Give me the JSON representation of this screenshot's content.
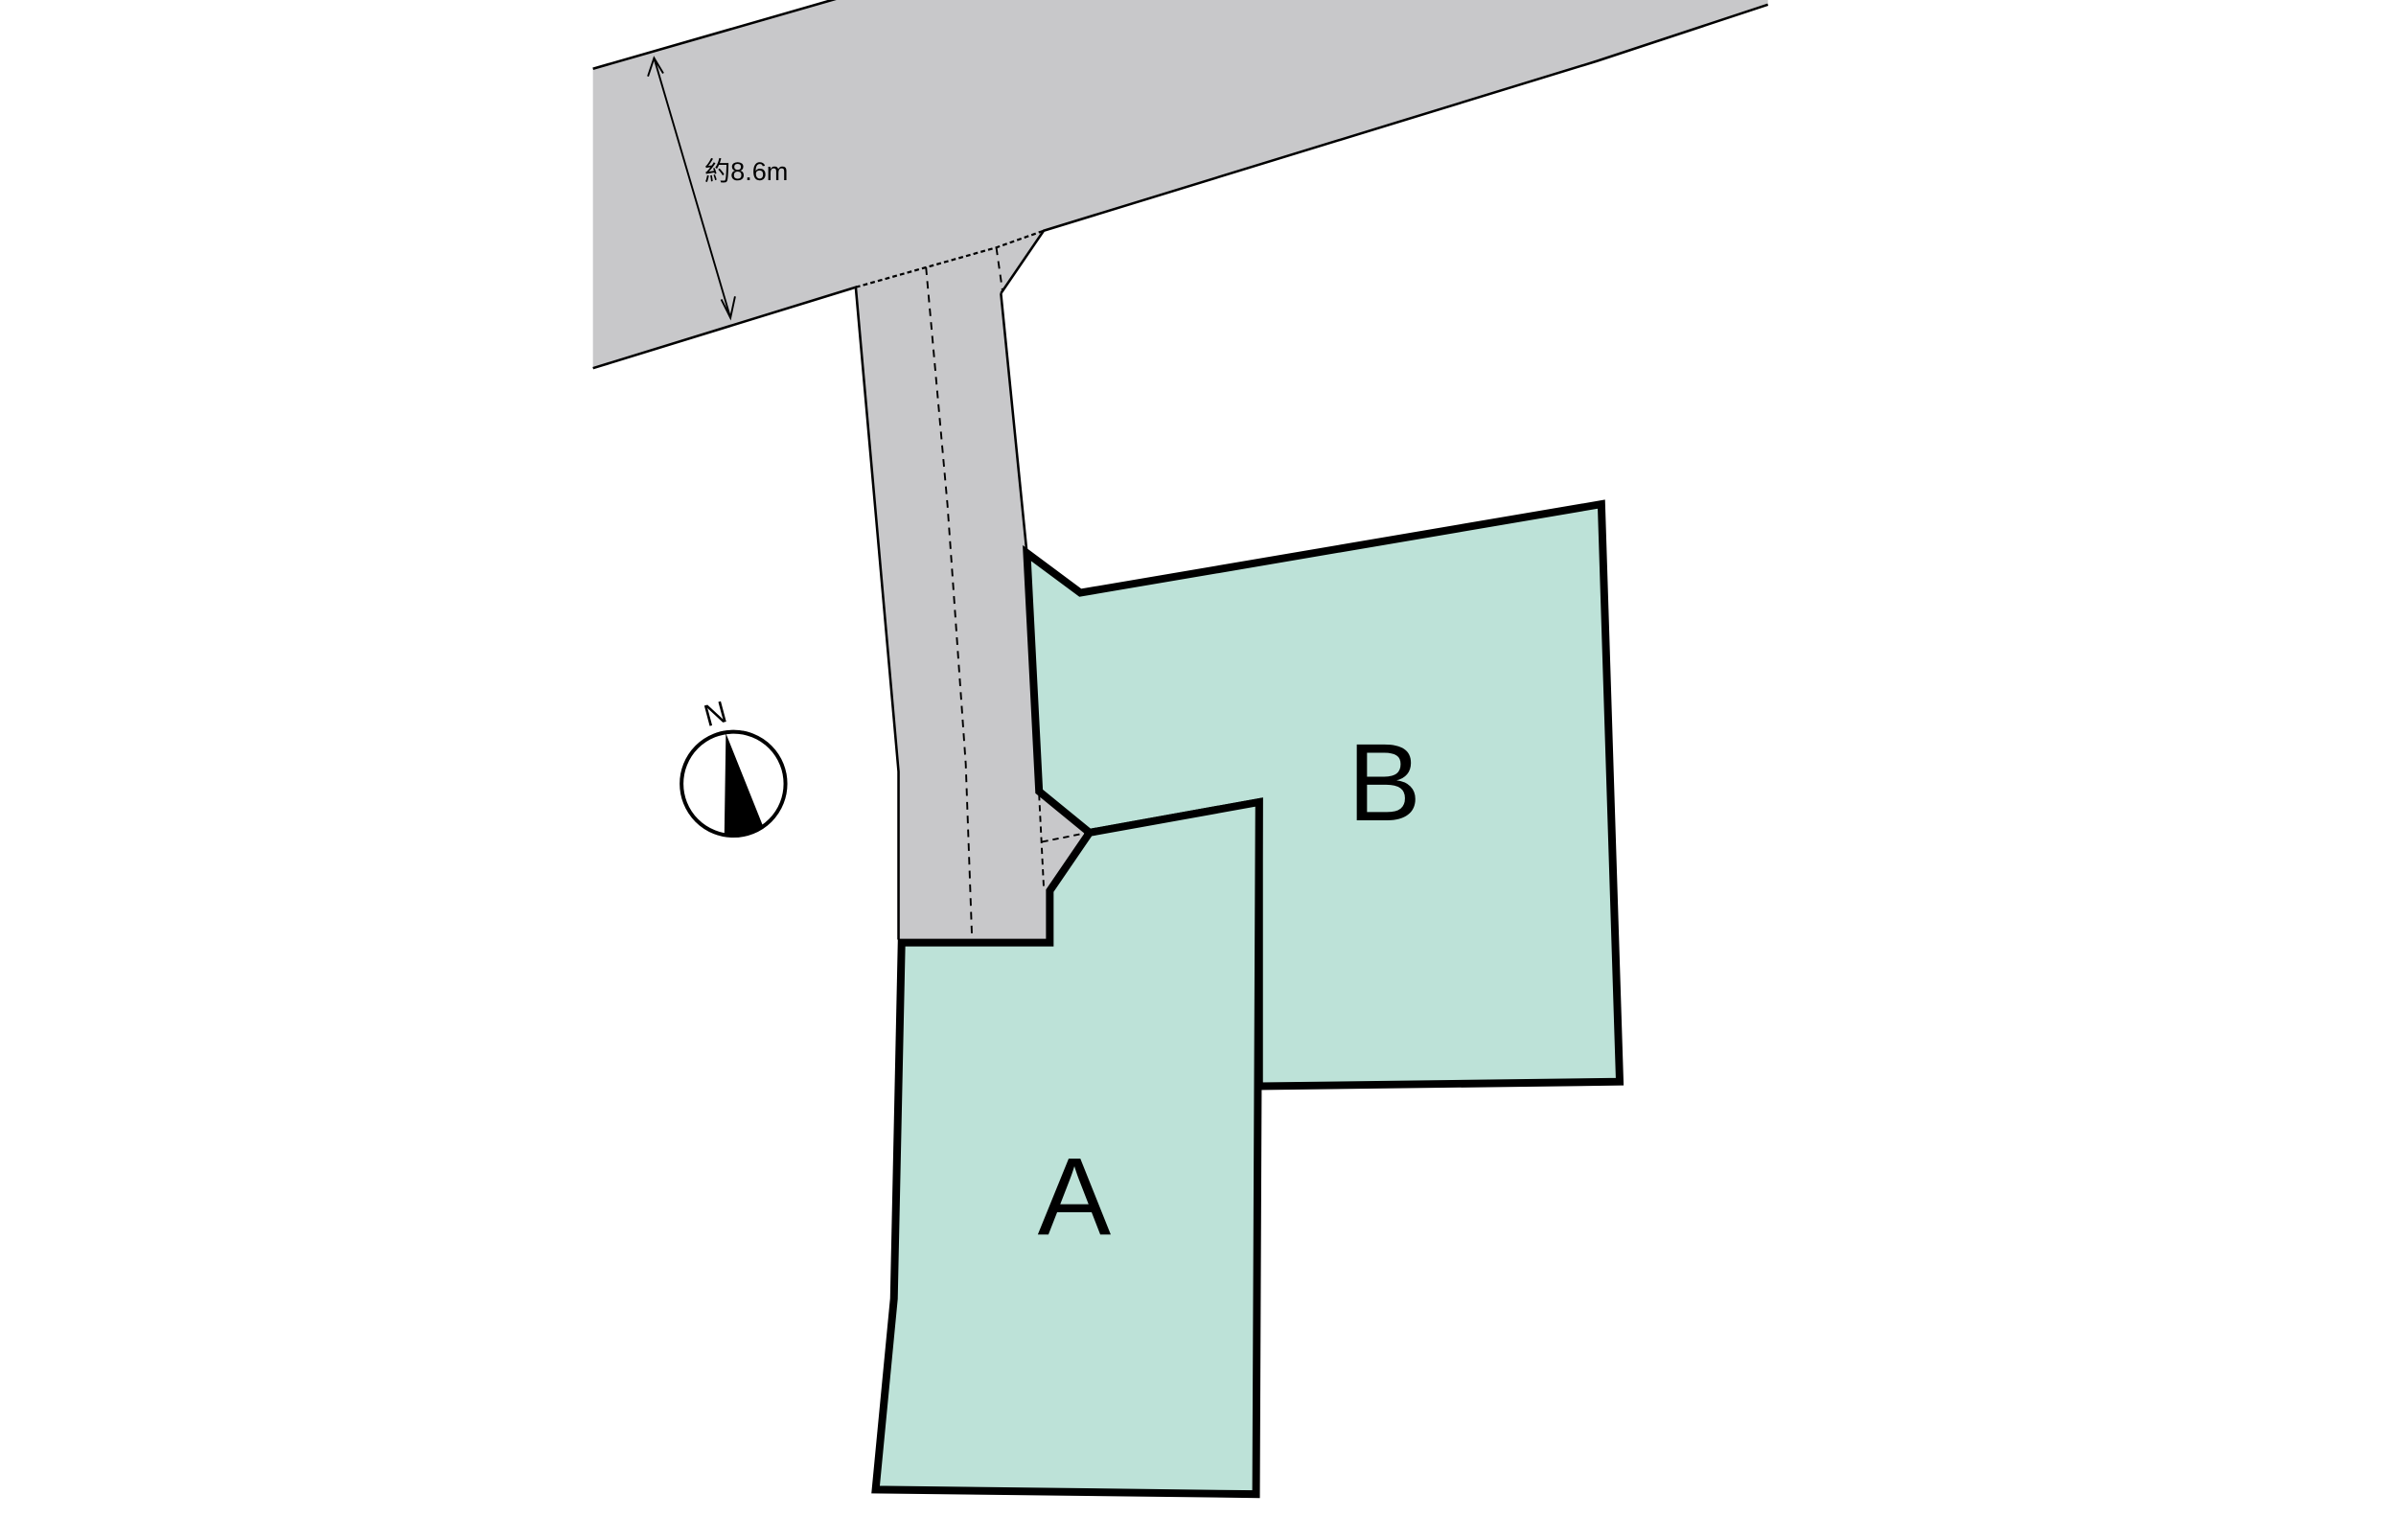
{
  "road": {
    "width_label": "約8.6m"
  },
  "compass": {
    "label": "N"
  },
  "lots": [
    {
      "label": "A"
    },
    {
      "label": "B"
    }
  ],
  "colors": {
    "road": "#c8c8ca",
    "lot": "#bde2d8",
    "line": "#000000"
  }
}
